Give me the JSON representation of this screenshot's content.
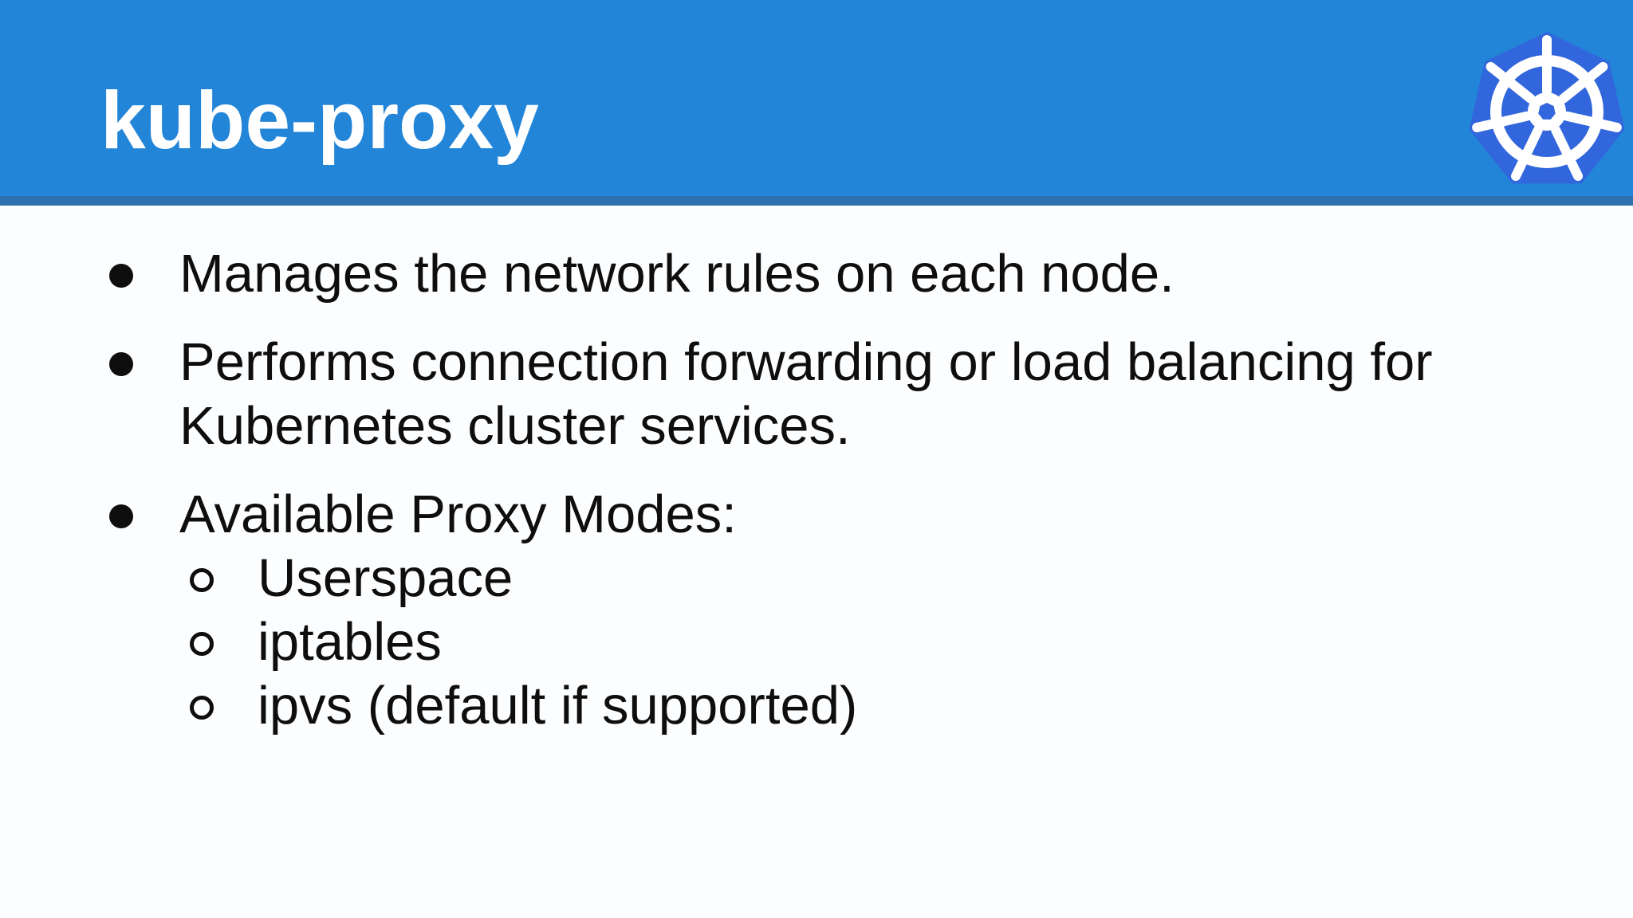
{
  "slide": {
    "title": "kube-proxy",
    "bullets": [
      {
        "text": "Manages the network rules on each node.",
        "sub": []
      },
      {
        "text": "Performs connection forwarding or load balancing for Kubernetes cluster services.",
        "sub": []
      },
      {
        "text": "Available Proxy Modes:",
        "sub": [
          "Userspace",
          "iptables",
          "ipvs (default if supported)"
        ]
      }
    ],
    "logo": "kubernetes-helm-logo",
    "colors": {
      "header_bg": "#2385D8",
      "header_strip": "#2C72AE",
      "logo_blue": "#3166DC",
      "helm_white": "#FFFFFF",
      "title_color": "#FFFFFF",
      "body_bg": "#FCFDFE",
      "text": "#0E0E0E"
    }
  }
}
